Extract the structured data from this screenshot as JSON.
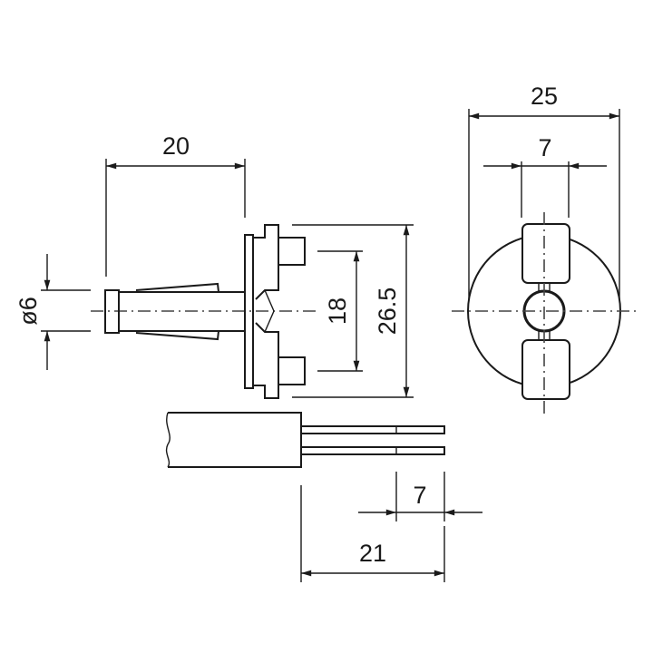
{
  "drawing": {
    "line_color": "#1a1a1a",
    "dimensions": {
      "pin_length": "20",
      "pin_diameter": "ø6",
      "pin_spacing": "18",
      "flange_height": "26.5",
      "body_diameter": "25",
      "contact_width": "7",
      "wire_strip_length": "7",
      "wire_length": "21"
    }
  }
}
